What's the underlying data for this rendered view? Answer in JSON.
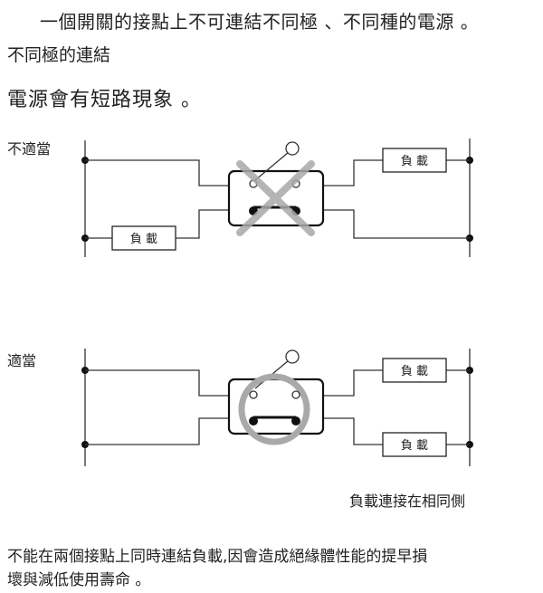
{
  "text": {
    "line1": "一個開關的接點上不可連結不同極 、不同種的電源 。",
    "line2": "不同極的連結",
    "line3": "電源會有短路現象 。",
    "label_bad": "不適當",
    "label_good": "適當",
    "caption": "負載連接在相同側",
    "footer1": "不能在兩個接點上同時連結負載,因會造成絕緣體性能的提早損",
    "footer2": "壞與減低使用壽命 。"
  },
  "loads": {
    "bad_top": "負  載",
    "bad_bottom": "負  載",
    "good_top": "負  載",
    "good_bottom": "負  載"
  },
  "marks": {
    "wrong_color": "#a9a9a9",
    "right_color": "#a9a9a9"
  }
}
